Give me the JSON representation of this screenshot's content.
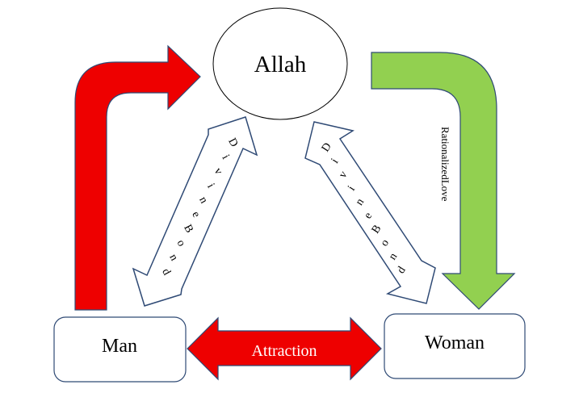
{
  "diagram": {
    "center_node": {
      "label": "Allah"
    },
    "nodes": [
      {
        "id": "man",
        "label": "Man"
      },
      {
        "id": "woman",
        "label": "Woman"
      }
    ],
    "edges": {
      "man_to_allah": {
        "label": "",
        "color": "#EE0000"
      },
      "allah_to_woman": {
        "label": "RationalizedLove",
        "color": "#92D050"
      },
      "man_allah_bond": {
        "label": "Divine Bond",
        "letters": [
          "D",
          "i",
          "v",
          "i",
          "n",
          "e",
          "B",
          "o",
          "n",
          "d"
        ]
      },
      "woman_allah_bond": {
        "label": "Divine Bond",
        "letters": [
          "D",
          "i",
          "v",
          "i",
          "n",
          "e",
          "B",
          "o",
          "n",
          "d"
        ]
      },
      "attraction": {
        "label": "Attraction",
        "color": "#EE0000"
      }
    },
    "colors": {
      "outline": "#2F4A75",
      "red": "#EE0000",
      "green": "#92D050",
      "text": "#000000"
    }
  }
}
